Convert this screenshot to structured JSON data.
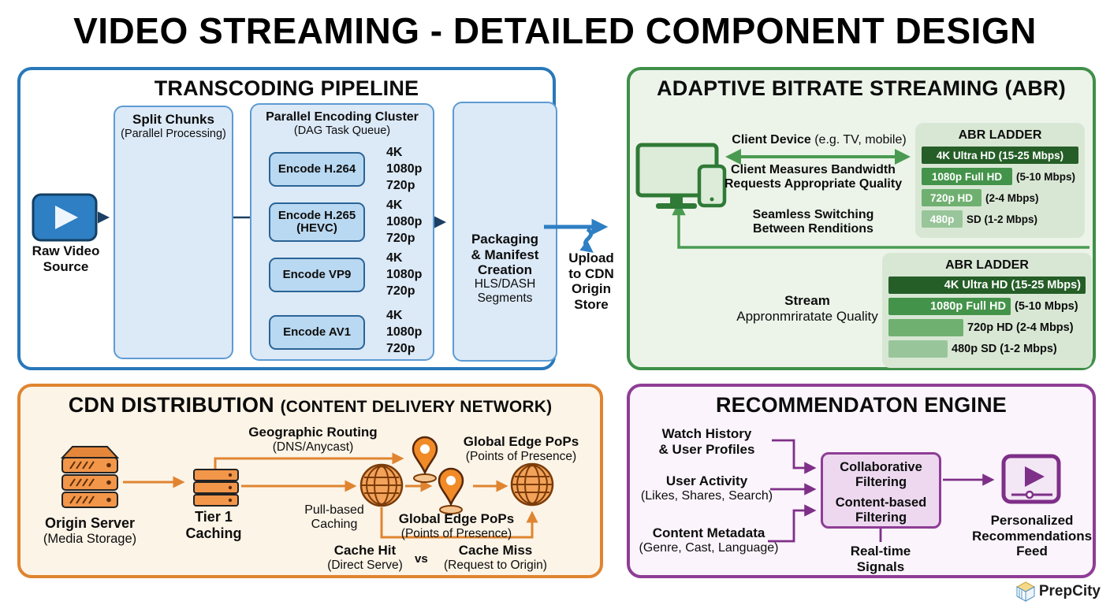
{
  "page_title": "VIDEO STREAMING - DETAILED COMPONENT DESIGN",
  "transcoding": {
    "title": "TRANSCODING PIPELINE",
    "raw_video_label": "Raw Video\nSource",
    "split_chunks": {
      "title": "Split Chunks",
      "subtitle": "(Parallel Processing)"
    },
    "cluster": {
      "title": "Parallel Encoding Cluster",
      "subtitle": "(DAG Task Queue)",
      "encoders": [
        {
          "label": "Encode H.264",
          "outputs": [
            "4K",
            "1080p",
            "720p"
          ]
        },
        {
          "label": "Encode H.265\n(HEVC)",
          "outputs": [
            "4K",
            "1080p",
            "720p"
          ]
        },
        {
          "label": "Encode VP9",
          "outputs": [
            "4K",
            "1080p",
            "720p"
          ]
        },
        {
          "label": "Encode AV1",
          "outputs": [
            "4K",
            "1080p",
            "720p"
          ]
        }
      ]
    },
    "packaging": {
      "title": "Packaging\n& Manifest\nCreation",
      "subtitle": "HLS/DASH\nSegments"
    },
    "upload_label": "Upload\nto CDN\nOrigin\nStore"
  },
  "abr": {
    "title": "ADAPTIVE BITRATE STREAMING (ABR)",
    "client_device_bold": "Client Device",
    "client_device_rest": " (e.g. TV, mobile)",
    "measures": "Client Measures Bandwidth\nRequests Appropriate Quality",
    "switching": "Seamless Switching\nBetween Renditions",
    "stream_bold": "Stream",
    "stream_rest": "Appronmriratate Quality",
    "ladder_top": {
      "title": "ABR LADDER",
      "rows": [
        {
          "bar": "4K Ultra HD (15-25 Mbps)",
          "suffix": ""
        },
        {
          "bar": "1080p Full HD",
          "suffix": "(5-10 Mbps)"
        },
        {
          "bar": "720p HD",
          "suffix": "(2-4 Mbps)"
        },
        {
          "bar": "480p",
          "suffix": "SD (1-2 Mbps)"
        }
      ]
    },
    "ladder_bottom": {
      "title": "ABR LADDER",
      "rows": [
        {
          "bar": "4K Ultra HD (15-25 Mbps)",
          "suffix": ""
        },
        {
          "bar": "1080p Full HD",
          "suffix": "(5-10 Mbps)"
        },
        {
          "bar": "",
          "suffix": "720p HD (2-4 Mbps)"
        },
        {
          "bar": "",
          "suffix": "480p SD (1-2 Mbps)"
        }
      ]
    }
  },
  "cdn": {
    "title_main": "CDN DISTRIBUTION ",
    "title_sub": "(CONTENT DELIVERY NETWORK)",
    "origin_bold": "Origin Server",
    "origin_sub": "(Media Storage)",
    "tier1_label": "Tier 1\nCaching",
    "geo_bold": "Geographic Routing",
    "geo_sub": "(DNS/Anycast)",
    "pops_top_bold": "Global Edge PoPs",
    "pops_top_sub": "(Points of Presence)",
    "pull_label": "Pull-based\nCaching",
    "pops_bottom_bold": "Global Edge PoPs",
    "pops_bottom_sub": "(Points of Presence)",
    "cache_hit_bold": "Cache Hit",
    "cache_hit_sub": "(Direct Serve)",
    "vs": "vs",
    "cache_miss_bold": "Cache Miss",
    "cache_miss_sub": "(Request to Origin)"
  },
  "recommendation": {
    "title": "RECOMMENDATON ENGINE",
    "input1_bold": "Watch History\n& User Profiles",
    "input2_bold": "User Activity",
    "input2_sub": "(Likes, Shares, Search)",
    "input3_bold": "Content Metadata",
    "input3_sub": "(Genre, Cast, Language)",
    "box_line1": "Collaborative\nFiltering",
    "box_line2": "Content-based\nFiltering",
    "realtime": "Real-time\nSignals",
    "feed_label": "Personalized\nRecommendations\nFeed"
  },
  "logo": {
    "text": "PrepCity"
  },
  "icons": {
    "raw_video": "play-button",
    "split_chunks": "play-button-with-chunk-grid",
    "packaging": "document-stack",
    "upload": "curved-down-arrow",
    "client": "tv-and-phone",
    "origin_server": "server-stack-with-lid",
    "tier1": "server-stack",
    "edge": "globe",
    "pop": "location-pin",
    "feed": "video-player",
    "logo_mark": "isometric-cube"
  },
  "colors": {
    "blue_border": "#2878ba",
    "blue_icon": "#2e7fc3",
    "blue_panel_bg": "#dce9f7",
    "navy_arrow": "#1c3f63",
    "upload_arrow": "#2e7fc3",
    "green_border": "#3f8f49",
    "green_arrow": "#4a9b51",
    "abr_bg": "#ecf4ea",
    "ladder_bg": "#d8e7d4",
    "ladder_bars": [
      "#265e28",
      "#44934a",
      "#6fb071",
      "#99c59a"
    ],
    "orange_border": "#e08430",
    "cdn_bg": "#fcf4e7",
    "orange_icon": "#f2964a",
    "purple_border": "#8e3d96",
    "rec_bg": "#fbf4fc",
    "rec_box_bg": "#edd8f0"
  }
}
